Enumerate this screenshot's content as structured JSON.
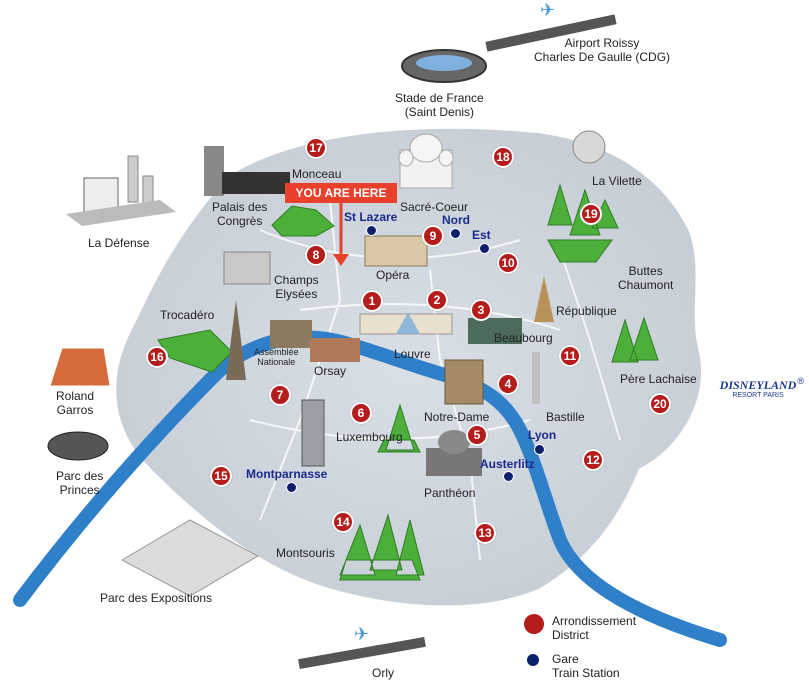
{
  "map": {
    "places": {
      "airport_cdg": "Airport Roissy\nCharles De Gaulle (CDG)",
      "stade": "Stade de France\n(Saint Denis)",
      "la_defense": "La Défense",
      "palais_congres": "Palais des\nCongrès",
      "monceau": "Monceau",
      "sacre_coeur": "Sacré-Coeur",
      "la_vilette": "La Vilette",
      "buttes": "Buttes\nChaumont",
      "opera": "Opéra",
      "champs": "Champs\nElysées",
      "republique": "République",
      "trocadero": "Trocadéro",
      "beaubourg": "Beaubourg",
      "assemblee": "Assemblée\nNationale",
      "louvre": "Louvre",
      "orsay": "Orsay",
      "pere_lachaise": "Père Lachaise",
      "roland": "Roland\nGarros",
      "notre_dame": "Notre-Dame",
      "bastille": "Bastille",
      "luxembourg": "Luxembourg",
      "parc_princes": "Parc des\nPrinces",
      "pantheon": "Panthéon",
      "montsouris": "Montsouris",
      "parc_expos": "Parc des Expositions",
      "orly": "Orly"
    },
    "stations": {
      "st_lazare": "St Lazare",
      "nord": "Nord",
      "est": "Est",
      "lyon": "Lyon",
      "austerlitz": "Austerlitz",
      "montparnasse": "Montparnasse"
    },
    "you_are_here": "YOU ARE HERE",
    "arrondissements": [
      "1",
      "2",
      "3",
      "4",
      "5",
      "6",
      "7",
      "8",
      "9",
      "10",
      "11",
      "12",
      "13",
      "14",
      "15",
      "16",
      "17",
      "18",
      "19",
      "20"
    ],
    "legend": {
      "arrondissement": "Arrondissement\nDistrict",
      "gare": "Gare\nTrain Station"
    },
    "logo": {
      "text": "DISNEYLAND",
      "sub": "RESORT PARIS",
      "mark": "®"
    },
    "colors": {
      "river": "#2f7fc9",
      "arrondissement": "#b51c1c",
      "station": "#0b1f6b",
      "you_are_here": "#e8402a",
      "park": "#4caf3a"
    }
  }
}
